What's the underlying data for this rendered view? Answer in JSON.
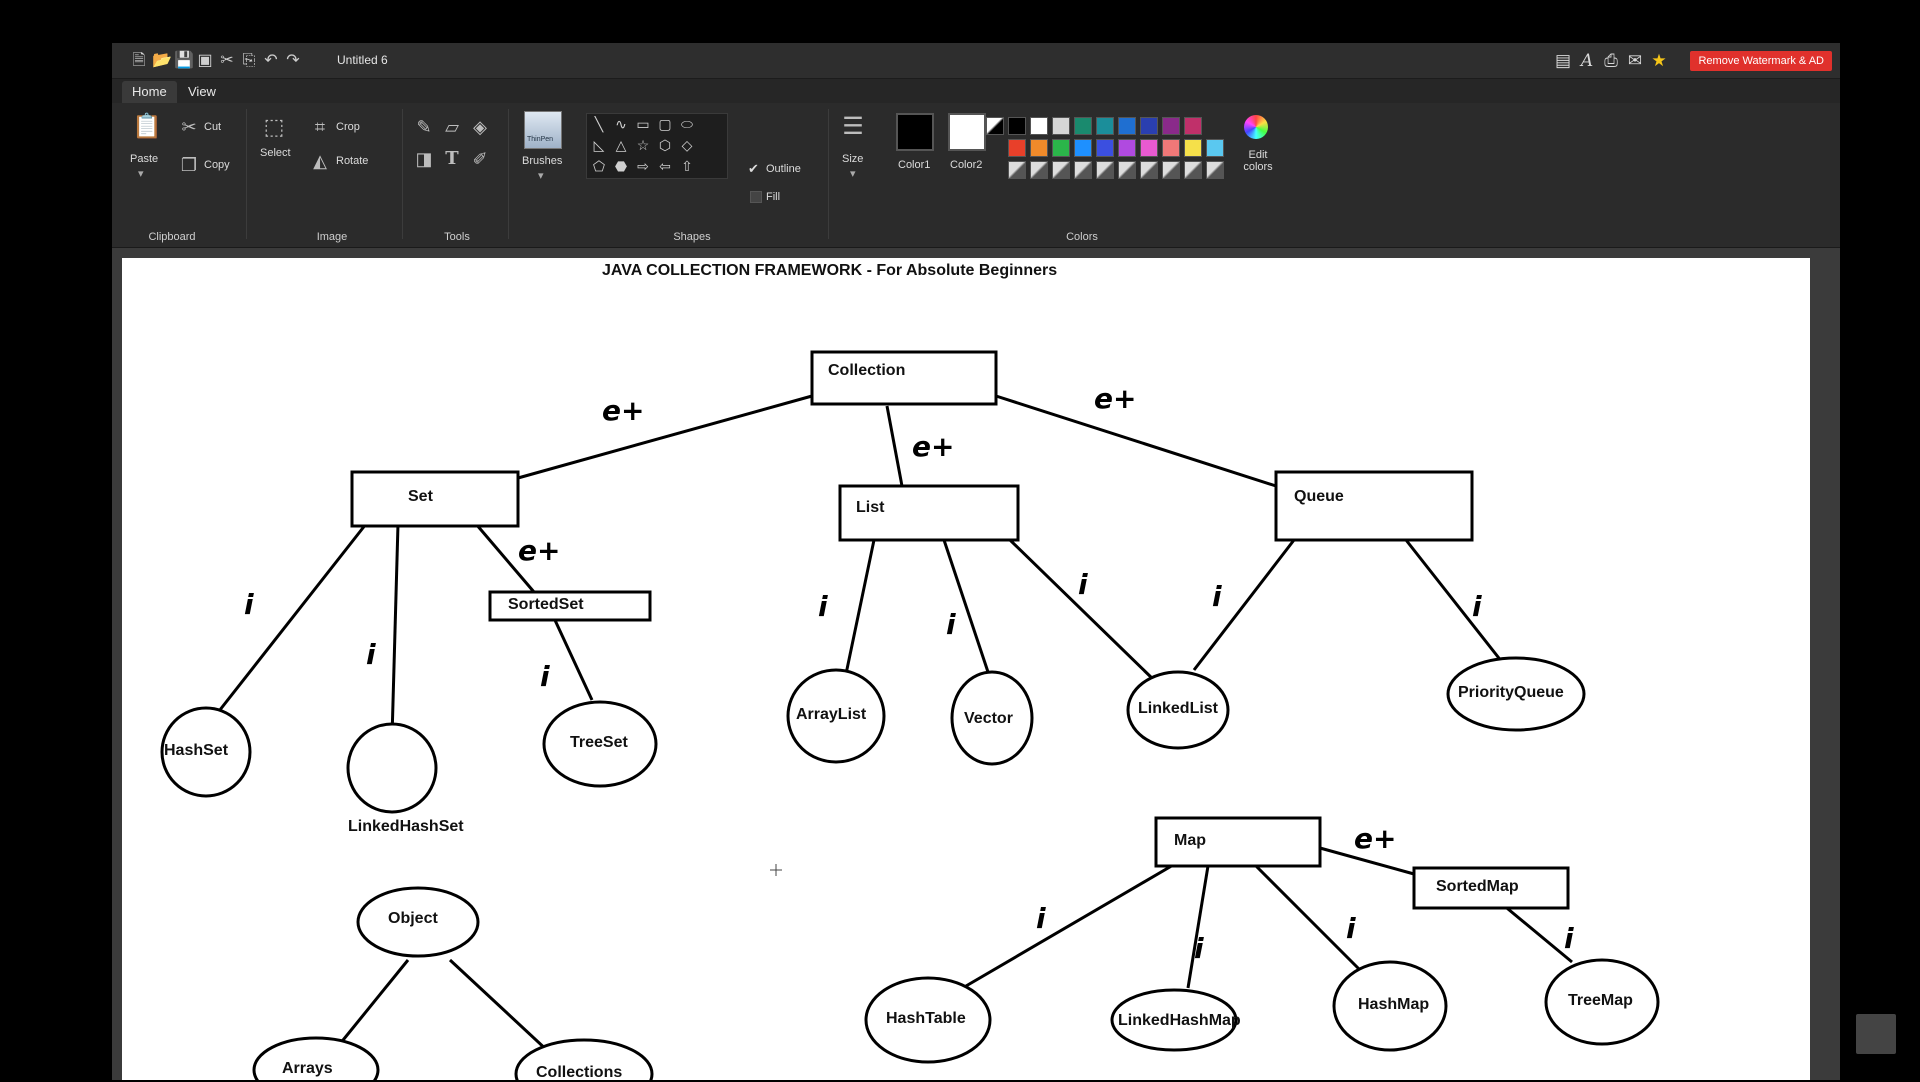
{
  "app": {
    "document_title": "Untitled 6",
    "watermark_button": "Remove Watermark & AD",
    "quick_access": [
      "new-file-icon",
      "open-folder-icon",
      "save-icon",
      "save-as-icon",
      "cut-icon",
      "paste-icon",
      "undo-icon",
      "redo-icon"
    ],
    "title_icons": [
      "window-icon",
      "text-icon",
      "print-icon",
      "mail-icon",
      "star-icon"
    ]
  },
  "tabs": [
    {
      "label": "Home",
      "active": true
    },
    {
      "label": "View",
      "active": false
    }
  ],
  "ribbon": {
    "clipboard": {
      "group": "Clipboard",
      "paste": "Paste",
      "cut": "Cut",
      "copy": "Copy"
    },
    "image": {
      "group": "Image",
      "select": "Select",
      "crop": "Crop",
      "rotate": "Rotate"
    },
    "tools": {
      "group": "Tools"
    },
    "brushes": {
      "label": "Brushes",
      "thumb": "ThinPen"
    },
    "shapes": {
      "group": "Shapes",
      "outline": "Outline",
      "fill": "Fill"
    },
    "size": {
      "label": "Size"
    },
    "colors": {
      "group": "Colors",
      "color1": "Color1",
      "color2": "Color2",
      "edit": "Edit colors",
      "color1_value": "#000000",
      "color2_value": "#ffffff",
      "palette_row1": [
        "#000000",
        "#ffffff",
        "#d6d6d6",
        "#1a8a6e",
        "#1b8e9a",
        "#1f6fd1",
        "#2a3fb0",
        "#8a2a8a",
        "#c0306a"
      ],
      "palette_row2": [
        "#e8402a",
        "#f08a2a",
        "#2bb54a",
        "#1e90ff",
        "#3b4fe0",
        "#b04ae0",
        "#e85ad0",
        "#f07878",
        "#f5e04a",
        "#5ac8f0"
      ]
    }
  },
  "canvas": {
    "heading": "JAVA COLLECTION FRAMEWORK - For Absolute Beginners",
    "nodes": {
      "collection": "Collection",
      "set": "Set",
      "list": "List",
      "queue": "Queue",
      "sortedset": "SortedSet",
      "hashset": "HashSet",
      "linkedhashset": "LinkedHashSet",
      "treeset": "TreeSet",
      "arraylist": "ArrayList",
      "vector": "Vector",
      "linkedlist": "LinkedList",
      "priorityqueue": "PriorityQueue",
      "map": "Map",
      "sortedmap": "SortedMap",
      "hashtable": "HashTable",
      "linkedhashmap": "LinkedHashMap",
      "hashmap": "HashMap",
      "treemap": "TreeMap",
      "object": "Object",
      "arrays": "Arrays",
      "collections": "Collections"
    },
    "annotations": {
      "extends": "e+",
      "implements": "i"
    }
  }
}
